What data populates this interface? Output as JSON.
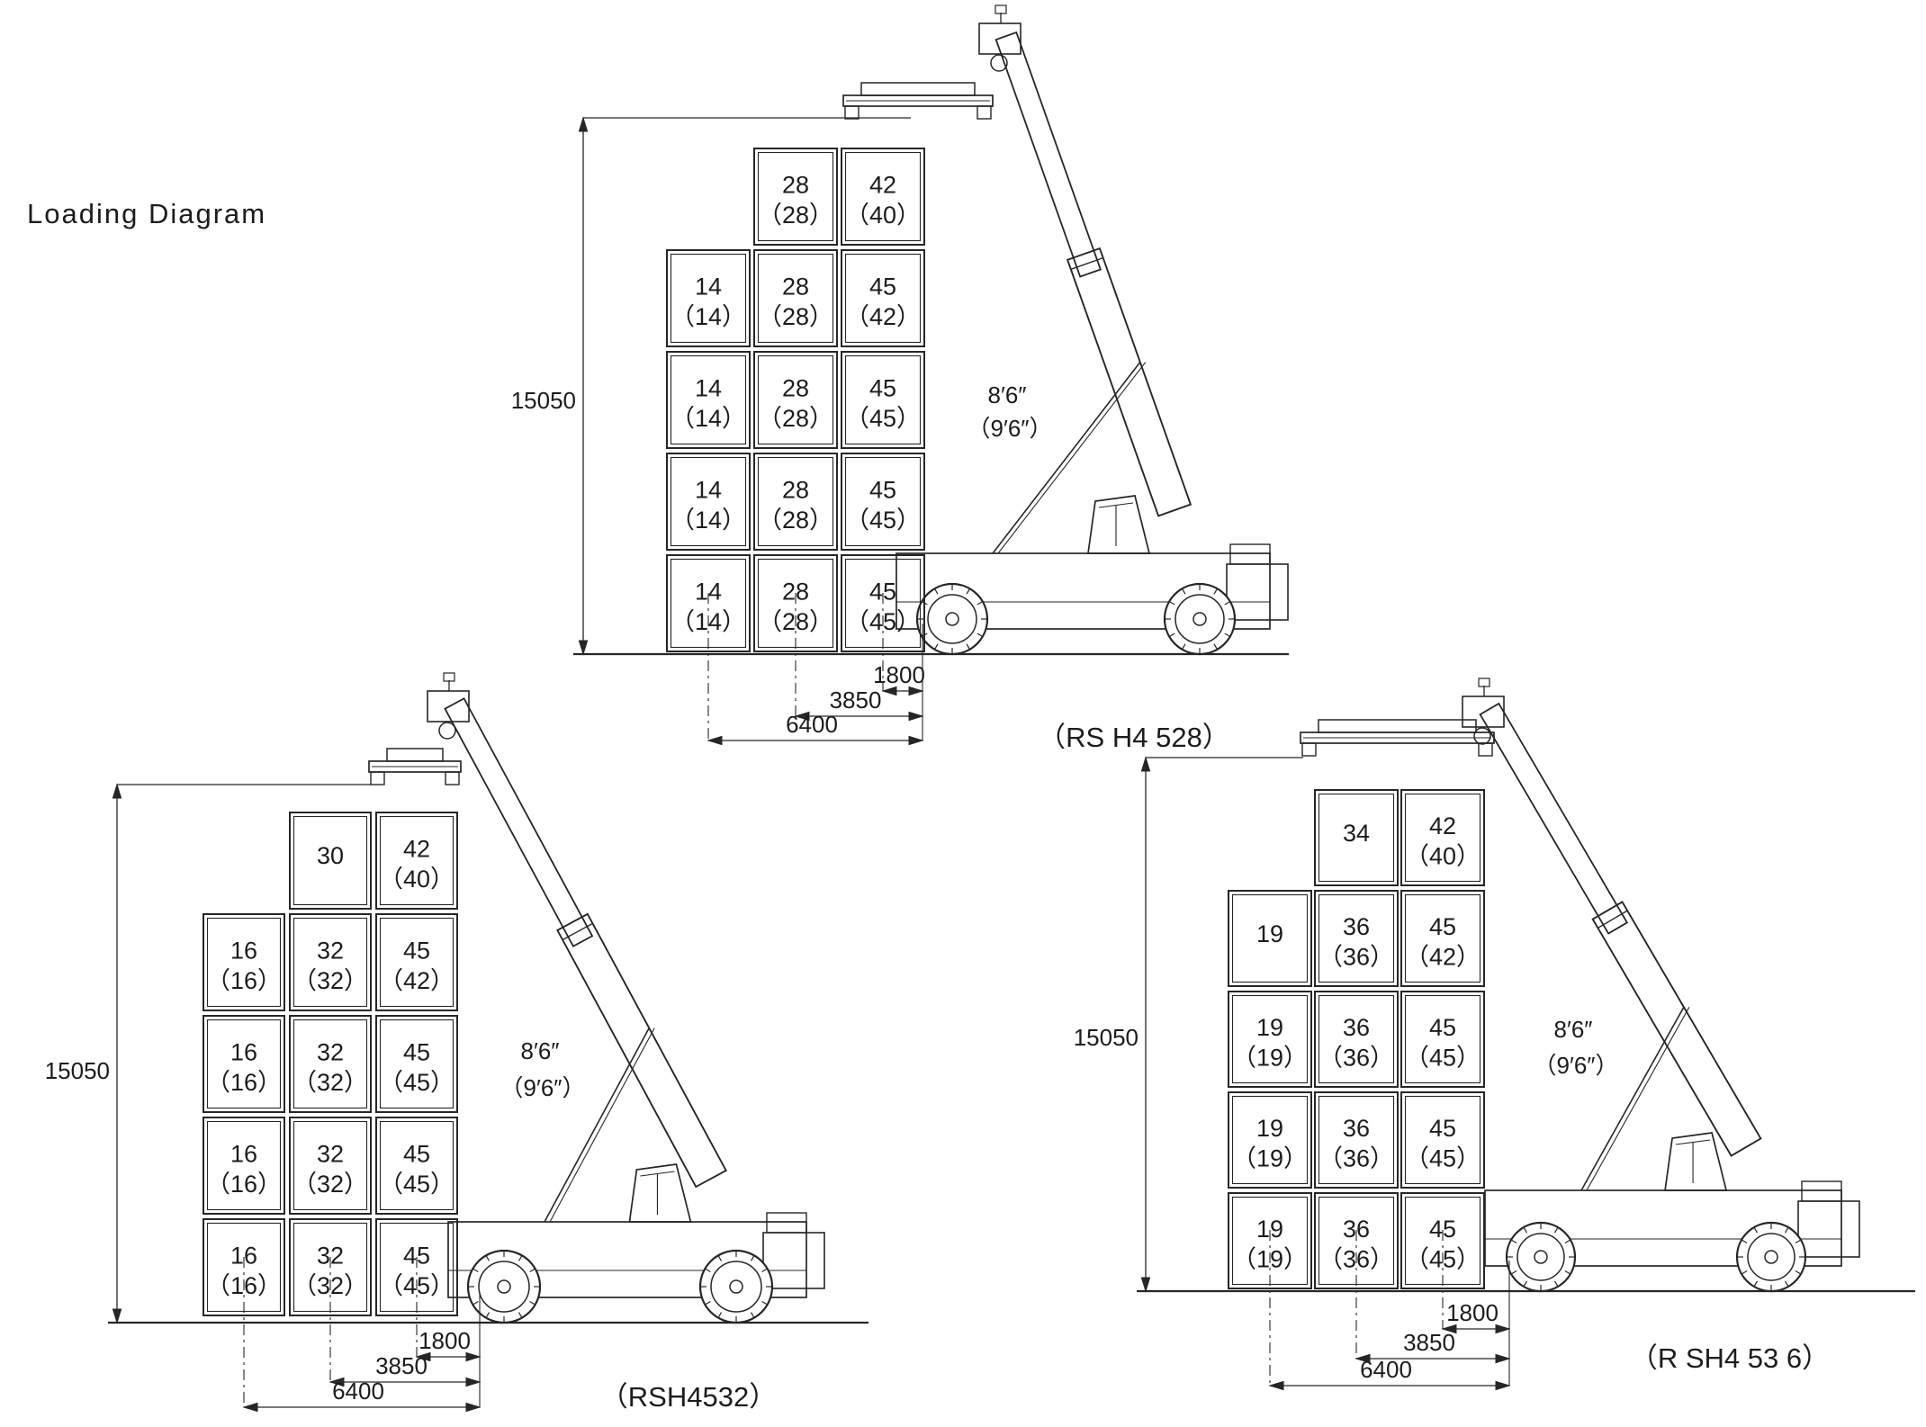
{
  "title": "Loading Diagram",
  "diagrams": [
    {
      "model_label": "（RS H4 528）",
      "stack_height_label": "15050",
      "box_height_label": "8′6″",
      "box_height_alt_label": "（9′6″）",
      "reach_dim_labels": [
        "1800",
        "3850",
        "6400"
      ],
      "stack_rows": [
        [
          "",
          "28|（28）",
          "42|（40）"
        ],
        [
          "14|（14）",
          "28|（28）",
          "45|（42）"
        ],
        [
          "14|（14）",
          "28|（28）",
          "45|（45）"
        ],
        [
          "14|（14）",
          "28|（28）",
          "45|（45）"
        ],
        [
          "14|（14）",
          "28|（28）",
          "45|（45）"
        ]
      ]
    },
    {
      "model_label": "（RSH4532）",
      "stack_height_label": "15050",
      "box_height_label": "8′6″",
      "box_height_alt_label": "（9′6″）",
      "reach_dim_labels": [
        "1800",
        "3850",
        "6400"
      ],
      "stack_rows": [
        [
          "",
          "30",
          "42|（40）"
        ],
        [
          "16|（16）",
          "32|（32）",
          "45|（42）"
        ],
        [
          "16|（16）",
          "32|（32）",
          "45|（45）"
        ],
        [
          "16|（16）",
          "32|（32）",
          "45|（45）"
        ],
        [
          "16|（16）",
          "32|（32）",
          "45|（45）"
        ]
      ]
    },
    {
      "model_label": "（R SH4 53 6）",
      "stack_height_label": "15050",
      "box_height_label": "8′6″",
      "box_height_alt_label": "（9′6″）",
      "reach_dim_labels": [
        "1800",
        "3850",
        "6400"
      ],
      "stack_rows": [
        [
          "",
          "34",
          "42|（40）"
        ],
        [
          "19",
          "36|（36）",
          "45|（42）"
        ],
        [
          "19|（19）",
          "36|（36）",
          "45|（45）"
        ],
        [
          "19|（19）",
          "36|（36）",
          "45|（45）"
        ],
        [
          "19|（19）",
          "36|（36）",
          "45|（45）"
        ]
      ]
    }
  ]
}
